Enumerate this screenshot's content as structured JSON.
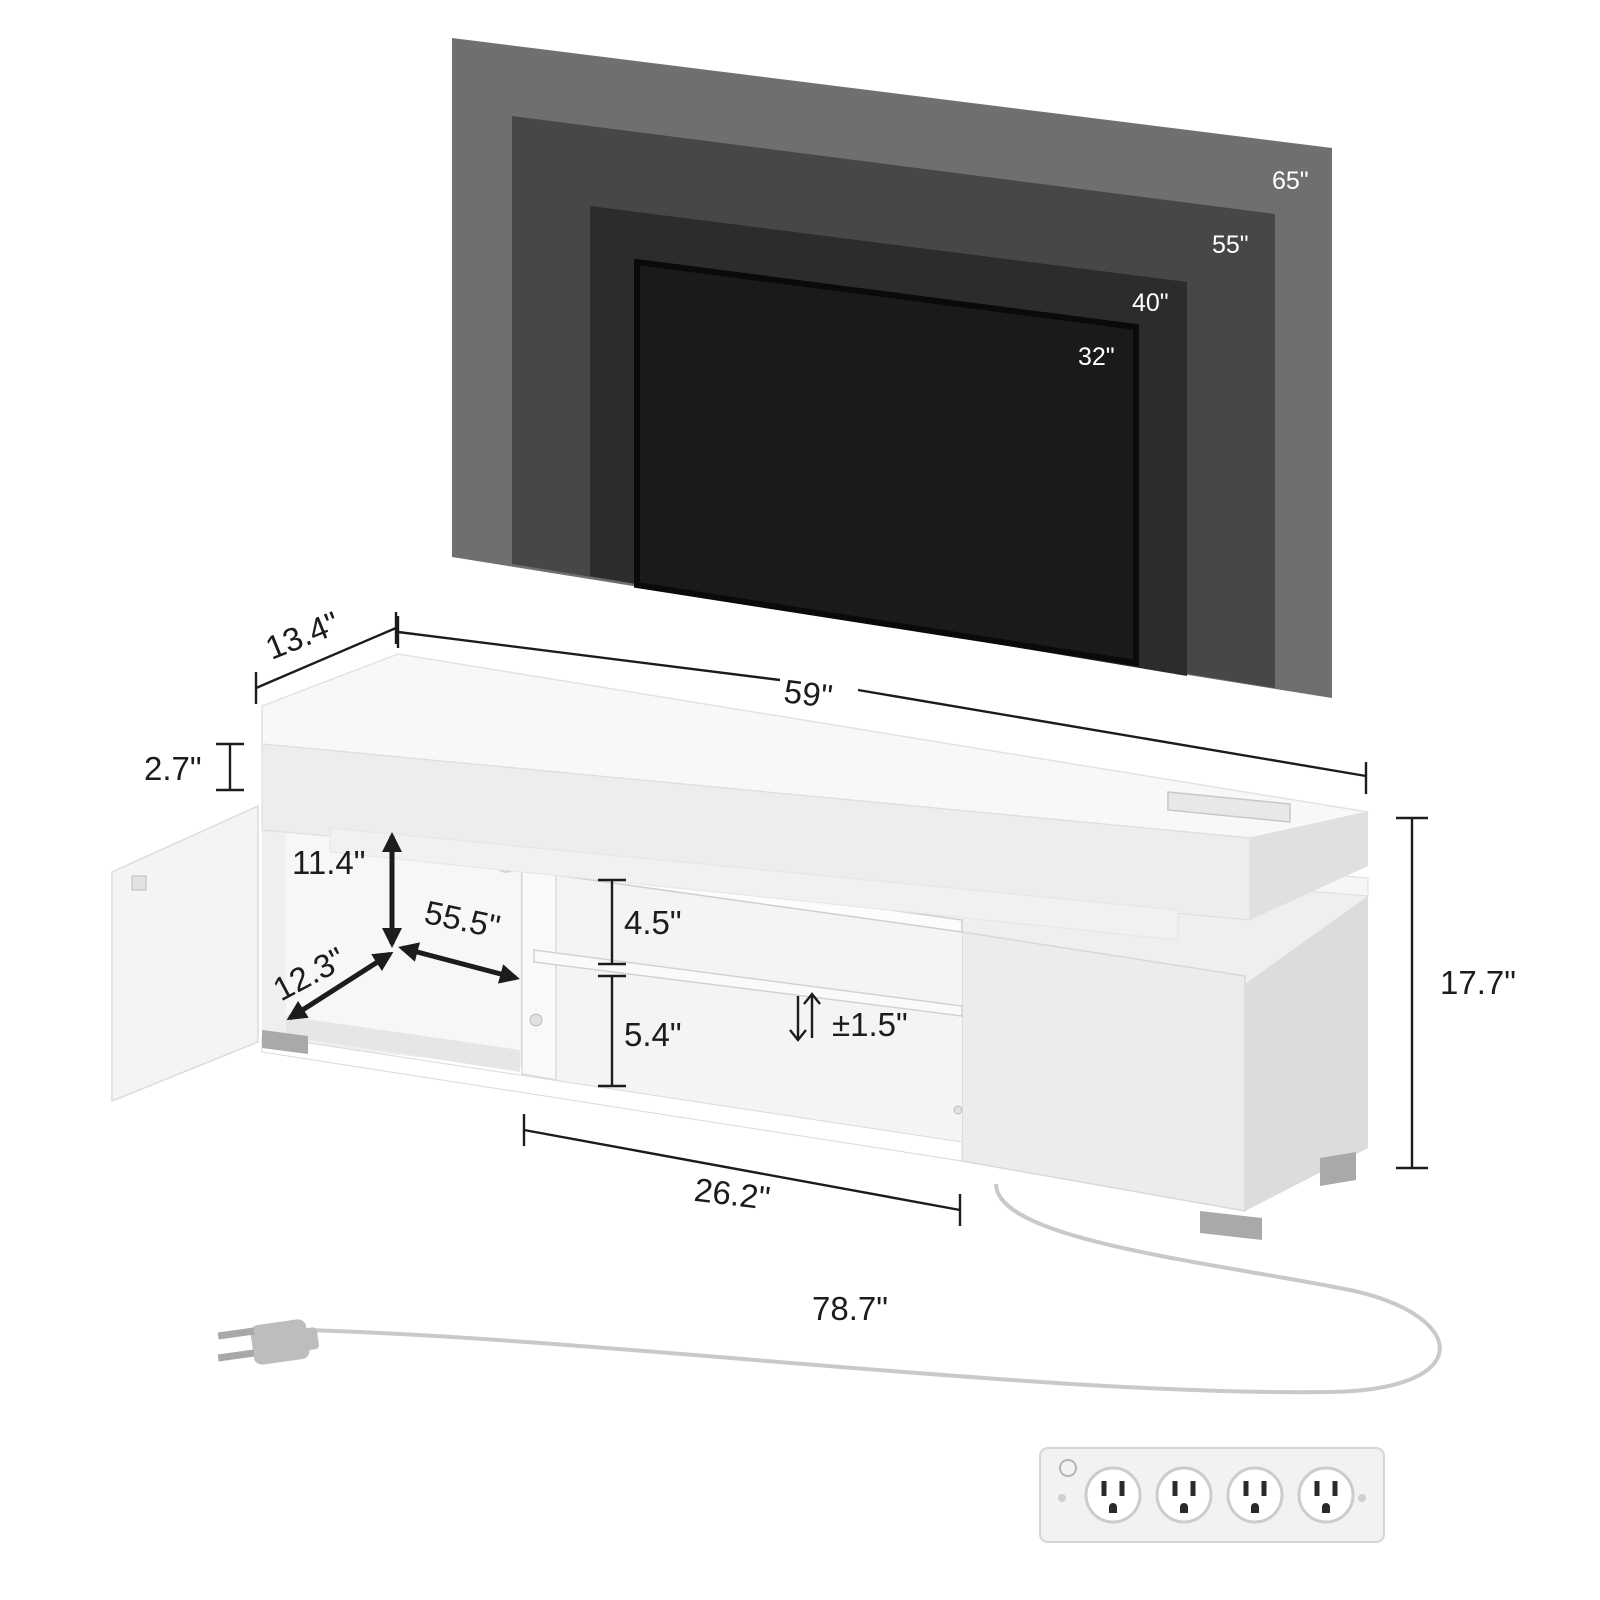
{
  "tv_sizes": {
    "size_65": "65\"",
    "size_55": "55\"",
    "size_40": "40\"",
    "size_32": "32\""
  },
  "colors": {
    "tv_65": "#6f6f6f",
    "tv_55": "#474747",
    "tv_40": "#2c2c2c",
    "tv_32": "#1a1a1a",
    "cabinet": "#f3f3f3",
    "cabinet_shadow": "#e2e2e2",
    "dimension_ink": "#1c1c1c",
    "cord": "#c9c9c9"
  },
  "dimensions": {
    "depth": "13.4\"",
    "width": "59\"",
    "top_thickness": "2.7\"",
    "height": "17.7\"",
    "cabinet_inner_height": "11.4\"",
    "cabinet_inner_depth": "12.3\"",
    "cabinet_inner_width": "55.5\"",
    "upper_shelf_height": "4.5\"",
    "lower_shelf_height": "5.4\"",
    "shelf_adjust": "±1.5\"",
    "open_section_width": "26.2\"",
    "cord_length": "78.7\""
  },
  "power_strip": {
    "outlet_count": 4
  },
  "icons": [
    "adjust-arrows-icon",
    "plug-icon",
    "outlet-icon",
    "power-button-icon"
  ]
}
